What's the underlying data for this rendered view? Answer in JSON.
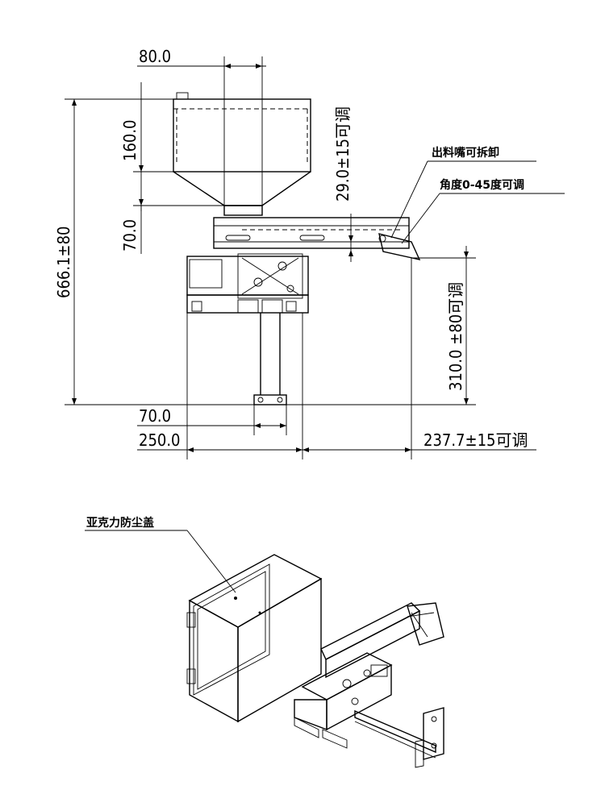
{
  "dimensions": {
    "width_top": "80.0",
    "hopper_height": "160.0",
    "neck_height": "70.0",
    "overall_height": "666.1±80",
    "spout_offset": "29.0±15可调",
    "output_height": "310.0 ±80可调",
    "base_width_inner": "70.0",
    "base_width_outer": "250.0",
    "spout_reach": "237.7±15可调"
  },
  "callouts": {
    "spout_removable": "出料嘴可拆卸",
    "angle_adjust": "角度0-45度可调",
    "acrylic_cover": "亚克力防尘盖"
  }
}
